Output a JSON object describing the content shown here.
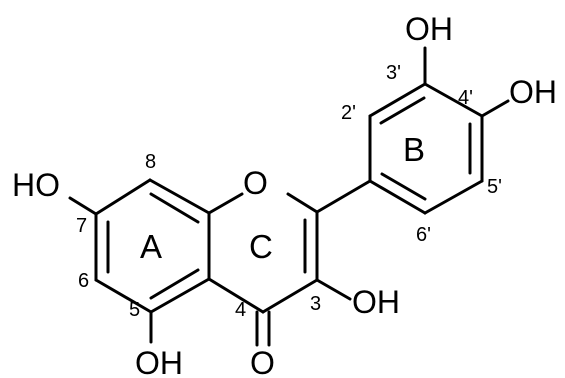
{
  "atoms": {
    "hydroxyl_top": "OH",
    "hydroxyl_right": "OH",
    "hydroxyl_left": "HO",
    "ring_oxygen": "O",
    "hydroxyl_c3": "OH",
    "hydroxyl_c5": "OH",
    "carbonyl_oxygen": "O"
  },
  "rings": {
    "a": "A",
    "b": "B",
    "c": "C"
  },
  "positions": {
    "p2prime": "2'",
    "p3prime": "3'",
    "p4prime": "4'",
    "p5prime": "5'",
    "p6prime": "6'",
    "p8": "8",
    "p7": "7",
    "p6": "6",
    "p5": "5",
    "p4": "4",
    "p3": "3"
  }
}
